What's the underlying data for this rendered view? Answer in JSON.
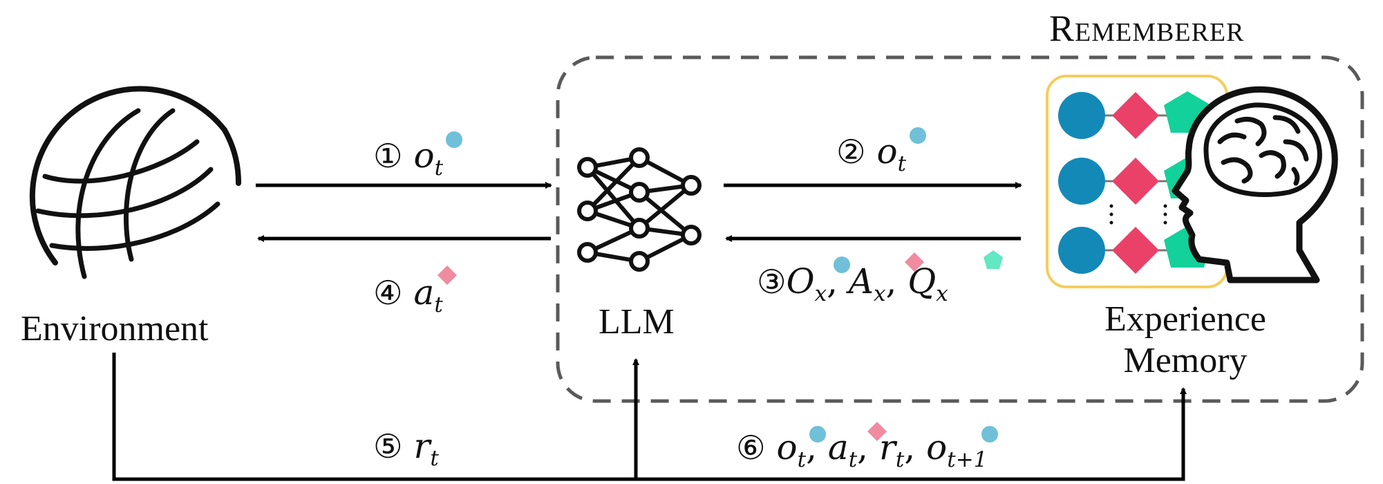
{
  "title": "Rememberer",
  "nodes": {
    "environment": "Environment",
    "llm": "LLM",
    "memory_line1": "Experience",
    "memory_line2": "Memory"
  },
  "steps": {
    "s1": {
      "num": "①",
      "sym": "o",
      "sub": "t"
    },
    "s2": {
      "num": "②",
      "sym": "o",
      "sub": "t"
    },
    "s3": {
      "num": "③",
      "t1": "O",
      "t2": "A",
      "t3": "Q",
      "sub": "x",
      "sep": ","
    },
    "s4": {
      "num": "④",
      "sym": "a",
      "sub": "t"
    },
    "s5": {
      "num": "⑤",
      "sym": "r",
      "sub": "t"
    },
    "s6": {
      "num": "⑥",
      "t1": "o",
      "t2": "a",
      "t3": "r",
      "t4": "o",
      "sub": "t",
      "sub4": "t+1",
      "sep": ","
    }
  },
  "colors": {
    "observation": "#1389b8",
    "observation_light": "#6fc0d8",
    "action": "#ea4168",
    "action_light": "#f08ba0",
    "qvalue": "#13d19b",
    "qvalue_light": "#62e8c2",
    "memory_border": "#f5cd5c",
    "dash": "#5a5a5a"
  },
  "icons": [
    "globe-icon",
    "neural-network-icon",
    "brain-head-icon"
  ]
}
